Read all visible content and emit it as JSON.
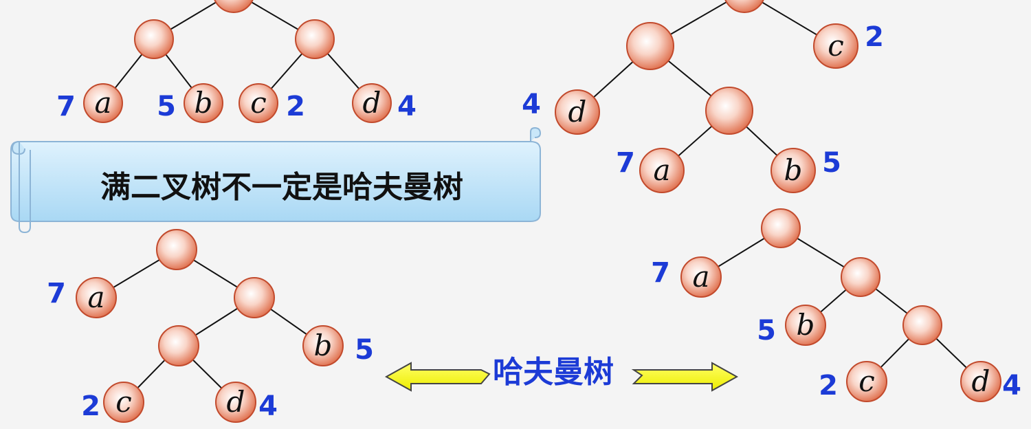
{
  "banner": {
    "text": "满二叉树不一定是哈夫曼树"
  },
  "arrow": {
    "label": "哈夫曼树"
  },
  "colors": {
    "weight": "#1c3bd6",
    "node_fill": "#e8836a",
    "node_stroke": "#c24a2c",
    "banner": "#b9e0f7",
    "arrow": "#ffff33"
  },
  "trees": [
    {
      "id": "top-left",
      "leaves": [
        {
          "letter": "a",
          "weight": "7"
        },
        {
          "letter": "b",
          "weight": "5"
        },
        {
          "letter": "c",
          "weight": "2"
        },
        {
          "letter": "d",
          "weight": "4"
        }
      ]
    },
    {
      "id": "top-right",
      "leaves": [
        {
          "letter": "c",
          "weight": "2"
        },
        {
          "letter": "d",
          "weight": "4"
        },
        {
          "letter": "a",
          "weight": "7"
        },
        {
          "letter": "b",
          "weight": "5"
        }
      ]
    },
    {
      "id": "bottom-left",
      "leaves": [
        {
          "letter": "a",
          "weight": "7"
        },
        {
          "letter": "b",
          "weight": "5"
        },
        {
          "letter": "c",
          "weight": "2"
        },
        {
          "letter": "d",
          "weight": "4"
        }
      ]
    },
    {
      "id": "bottom-right",
      "leaves": [
        {
          "letter": "a",
          "weight": "7"
        },
        {
          "letter": "b",
          "weight": "5"
        },
        {
          "letter": "c",
          "weight": "2"
        },
        {
          "letter": "d",
          "weight": "4"
        }
      ]
    }
  ]
}
